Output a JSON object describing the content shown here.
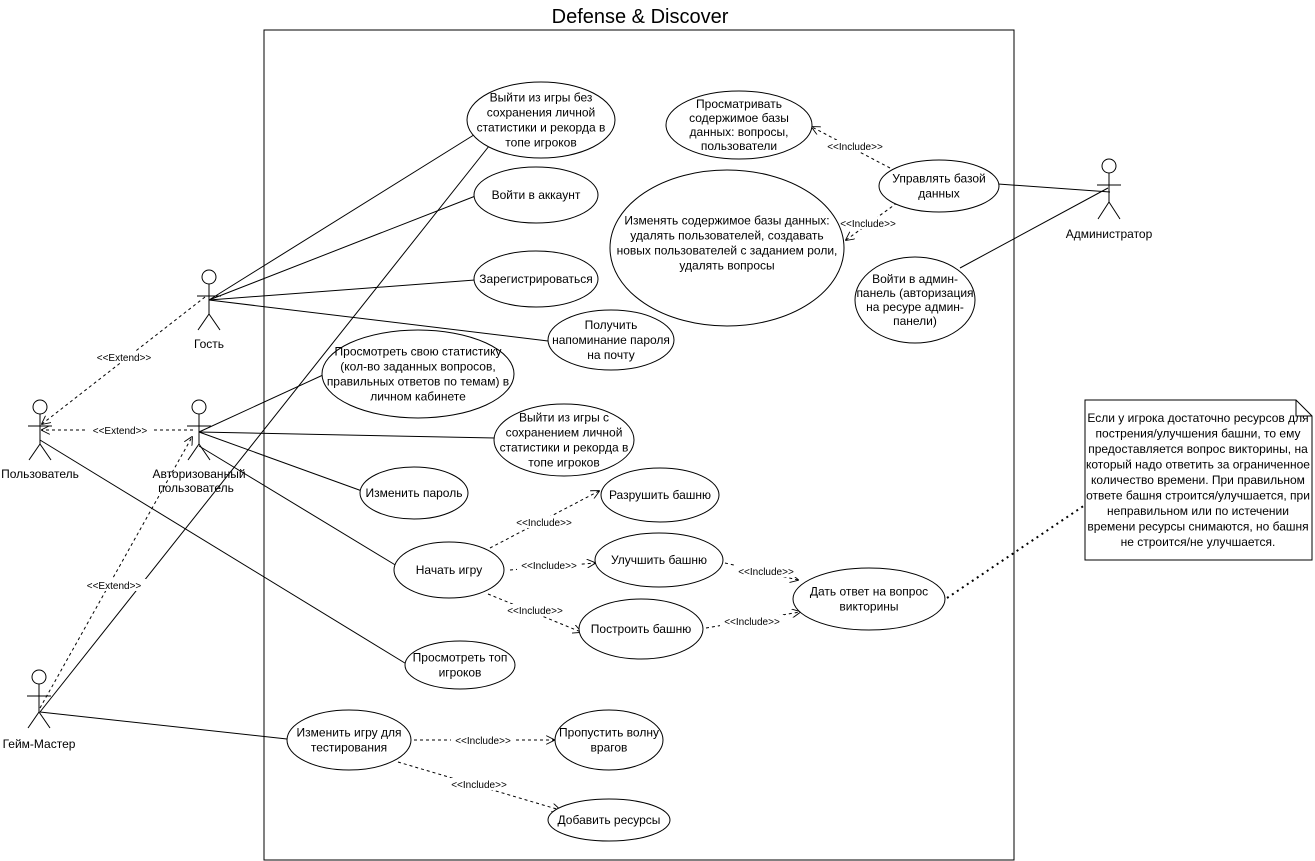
{
  "title": "Defense & Discover",
  "actors": {
    "guest": {
      "label": "Гость"
    },
    "user": {
      "label": "Пользователь"
    },
    "auth_user": {
      "label_line1": "Авторизованный",
      "label_line2": "пользователь"
    },
    "game_master": {
      "label": "Гейм-Мастер"
    },
    "admin": {
      "label": "Администратор"
    }
  },
  "usecases": {
    "exit_no_save": [
      "Выйти из игры без",
      "сохранения личной",
      "статистики и рекорда в",
      "топе игроков"
    ],
    "login": [
      "Войти в аккаунт"
    ],
    "register": [
      "Зарегистрироваться"
    ],
    "password_reminder": [
      "Получить",
      "напоминание пароля",
      "на почту"
    ],
    "view_stats": [
      "Просмотреть свою статистику",
      "(кол-во заданных вопросов,",
      "правильных ответов по темам) в",
      "личном кабинете"
    ],
    "exit_save": [
      "Выйти из игры с",
      "сохранением личной",
      "статистики и рекорда в",
      "топе игроков"
    ],
    "change_password": [
      "Изменить пароль"
    ],
    "start_game": [
      "Начать игру"
    ],
    "destroy_tower": [
      "Разрушить башню"
    ],
    "upgrade_tower": [
      "Улучшить башню"
    ],
    "build_tower": [
      "Построить башню"
    ],
    "answer_quiz": [
      "Дать ответ на вопрос",
      "викторины"
    ],
    "view_top": [
      "Просмотреть топ",
      "игроков"
    ],
    "modify_game": [
      "Изменить игру для",
      "тестирования"
    ],
    "skip_wave": [
      "Пропустить волну",
      "врагов"
    ],
    "add_resources": [
      "Добавить ресурсы"
    ],
    "view_db": [
      "Просматривать",
      "содержимое базы",
      "данных: вопросы,",
      "пользователи"
    ],
    "manage_db": [
      "Управлять базой",
      "данных"
    ],
    "edit_db": [
      "Изменять содержимое базы данных:",
      "удалять пользователей, создавать",
      "новых пользователей с заданием роли,",
      "удалять вопросы"
    ],
    "admin_login": [
      "Войти в админ-",
      "панель (авторизация",
      "на ресуре админ-",
      "панели)"
    ]
  },
  "relations": {
    "extend": "<<Extend>>",
    "include": "<<Include>>"
  },
  "note": [
    "Если у игрока достаточно ресурсов для",
    "пострения/улучшения башни, то ему",
    "предоставляется вопрос викторины, на",
    "который надо ответить за ограниченное",
    "количество времени. При правильном",
    "ответе башня строится/улучшается, при",
    "неправильном или по истечении",
    "времени ресурсы снимаются, но башня",
    "не строится/не улучшается."
  ]
}
